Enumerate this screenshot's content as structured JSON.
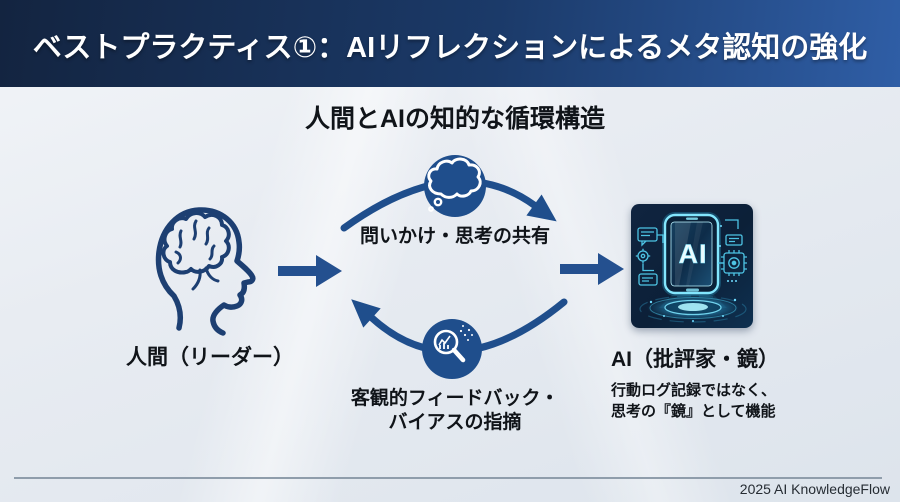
{
  "colors": {
    "header_gradient_left": "#132440",
    "header_gradient_right": "#2f5ea6",
    "cycle_blue": "#1f4e8c",
    "arrow_blue": "#24508f",
    "head_outline_blue": "#1d3f72",
    "phone_accent_cyan": "#52cdee",
    "footer_line_gray": "#8f9dab"
  },
  "header": {
    "title": "ベストプラクティス①：AIリフレクションによるメタ認知の強化"
  },
  "subtitle": "人間とAIの知的な循環構造",
  "diagram": {
    "human": {
      "icon": "head-brain-icon",
      "label": "人間（リーダー）"
    },
    "cycle": {
      "top_icon": "thought-bubble-icon",
      "top_label": "問いかけ・思考の共有",
      "bottom_icon": "magnifier-analysis-icon",
      "bottom_label_line1": "客観的フィードバック・",
      "bottom_label_line2": "バイアスの指摘"
    },
    "ai": {
      "icon": "ai-smartphone-artwork",
      "phone_screen_label": "AI",
      "label": "AI（批評家・鏡）",
      "note_line1": "行動ログ記録ではなく、",
      "note_line2": "思考の『鏡』として機能"
    }
  },
  "footer": {
    "credit": "2025 AI KnowledgeFlow"
  }
}
